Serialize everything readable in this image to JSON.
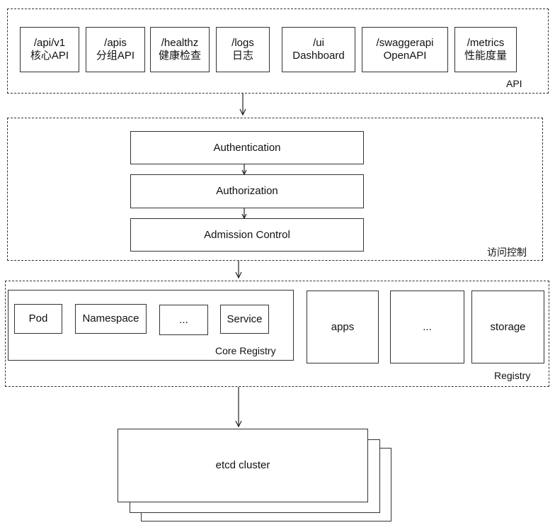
{
  "api_group": {
    "label": "API",
    "endpoints": [
      {
        "path": "/api/v1",
        "desc": "核心API"
      },
      {
        "path": "/apis",
        "desc": "分组API"
      },
      {
        "path": "/healthz",
        "desc": "健康检查"
      },
      {
        "path": "/logs",
        "desc": "日志"
      },
      {
        "path": "/ui",
        "desc": "Dashboard"
      },
      {
        "path": "/swaggerapi",
        "desc": "OpenAPI"
      },
      {
        "path": "/metrics",
        "desc": "性能度量"
      }
    ]
  },
  "access_control": {
    "label": "访问控制",
    "steps": [
      "Authentication",
      "Authorization",
      "Admission Control"
    ]
  },
  "registry": {
    "label": "Registry",
    "core": {
      "label": "Core Registry",
      "items": [
        "Pod",
        "Namespace",
        "...",
        "Service"
      ]
    },
    "groups": [
      "apps",
      "...",
      "storage"
    ]
  },
  "etcd": {
    "label": "etcd cluster"
  }
}
